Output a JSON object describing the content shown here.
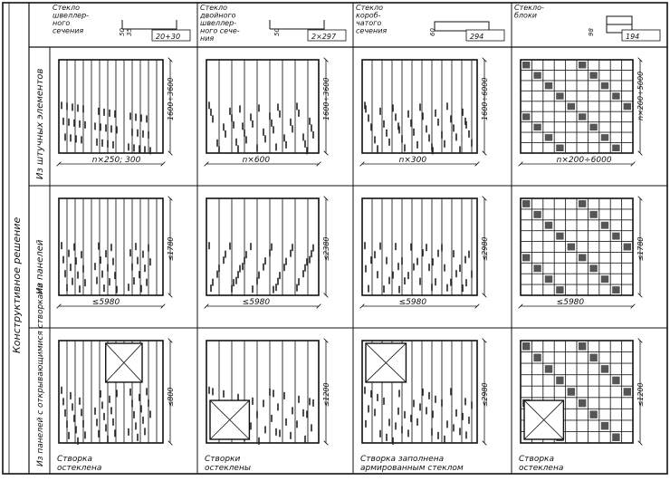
{
  "side_title": "Конструктивное решение",
  "row_labels": [
    "Из штучных элементов",
    "Из панелей",
    "Из панелей с открывающимися створками"
  ],
  "column_headers": [
    {
      "text": [
        "Стекло",
        "швеллер-",
        "ного",
        "сечения"
      ],
      "dims": [
        "35",
        "50",
        "20+30"
      ]
    },
    {
      "text": [
        "Стекло",
        "двойного",
        "швеллер-",
        "ного сече-",
        "ния"
      ],
      "dims": [
        "50",
        "2×297"
      ]
    },
    {
      "text": [
        "Стекло",
        "короб-",
        "чатого",
        "сечения"
      ],
      "dims": [
        "60",
        "294"
      ]
    },
    {
      "text": [
        "Стекло-",
        "блоки"
      ],
      "dims": [
        "98",
        "194"
      ]
    }
  ],
  "cells": [
    [
      {
        "bottom_dim": "n×250; 300",
        "side_dim": "1600÷3600",
        "caption": ""
      },
      {
        "bottom_dim": "n×600",
        "side_dim": "1600÷3600",
        "caption": ""
      },
      {
        "bottom_dim": "n×300",
        "side_dim": "1600÷6000",
        "caption": ""
      },
      {
        "bottom_dim": "n×200÷6000",
        "side_dim": "n×200÷5000",
        "caption": ""
      }
    ],
    [
      {
        "bottom_dim": "≤5980",
        "side_dim": "≤1780",
        "caption": ""
      },
      {
        "bottom_dim": "≤5980",
        "side_dim": "≤2380",
        "caption": ""
      },
      {
        "bottom_dim": "≤5980",
        "side_dim": "≤2980",
        "caption": ""
      },
      {
        "bottom_dim": "≤5980",
        "side_dim": "≤1780",
        "caption": ""
      }
    ],
    [
      {
        "bottom_dim": "",
        "side_dim": "≤800",
        "caption": "Створка остеклена"
      },
      {
        "bottom_dim": "",
        "side_dim": "≤1200",
        "caption": "Створки остеклены"
      },
      {
        "bottom_dim": "",
        "side_dim": "≤2980",
        "caption": "Створка заполнена армированным стеклом"
      },
      {
        "bottom_dim": "",
        "side_dim": "≤1200",
        "caption": "Створка остеклена"
      }
    ]
  ]
}
